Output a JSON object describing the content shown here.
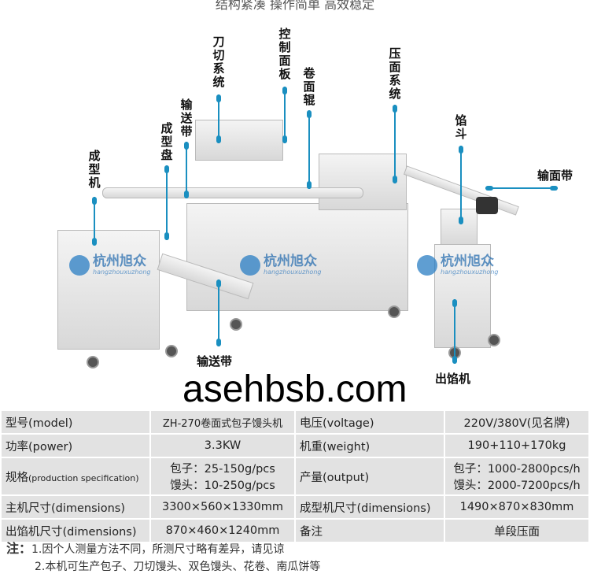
{
  "headline": "结构紧凑 操作简单 高效稳定",
  "labels": {
    "forming_machine": "成型机",
    "forming_tray": "成型盘",
    "conveyor_top": "输送带",
    "cutter_system": "刀切系统",
    "control_panel": "控制面板",
    "rolling_roller": "卷面辊",
    "pressing_system": "压面系统",
    "filling_hopper": "馅斗",
    "dough_belt": "输面带",
    "conveyor_bottom": "输送带",
    "filling_machine": "出馅机"
  },
  "logo": {
    "cn": "杭州旭众",
    "en": "hangzhouxuzhong"
  },
  "specs": {
    "rows": [
      {
        "k1": "型号(model)",
        "v1": "ZH-270卷面式包子馒头机",
        "k2": "电压(voltage)",
        "v2": "220V/380V(见名牌)"
      },
      {
        "k1": "功率(power)",
        "v1": "3.3KW",
        "k2": "机重(weight)",
        "v2": "190+110+170kg"
      },
      {
        "k1": "规格",
        "k1b": "(production specification)",
        "v1": "包子：25-150g/pcs",
        "v1b": "馒头：10-250g/pcs",
        "k2": "产量(output)",
        "v2": "包子：1000-2800pcs/h",
        "v2b": "馒头：2000-7200pcs/h"
      },
      {
        "k1": "主机尺寸(dimensions)",
        "v1": "3300×560×1330mm",
        "k2": "成型机尺寸(dimensions)",
        "v2": "1490×870×830mm"
      },
      {
        "k1": "出馅机尺寸(dimensions)",
        "v1": "870×460×1240mm",
        "k2": "备注",
        "v2": "单段压面"
      }
    ]
  },
  "notes": {
    "head": "注：",
    "line1": "1.因个人测量方法不同，所测尺寸略有差异，请见谅",
    "line2": "2.本机可生产包子、刀切馒头、双色馒头、花卷、南瓜饼等"
  },
  "watermark": "asehbsb.com"
}
